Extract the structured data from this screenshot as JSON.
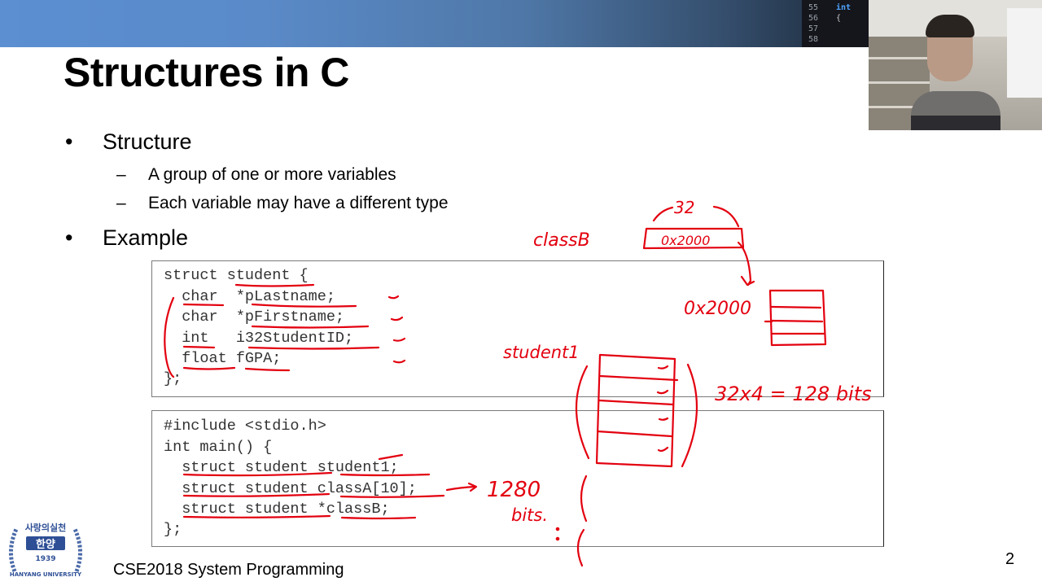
{
  "slide": {
    "title": "Structures in C",
    "bullets": [
      {
        "label": "Structure",
        "subs": [
          "A group of one or more variables",
          "Each variable may have a different type"
        ]
      },
      {
        "label": "Example",
        "subs": []
      }
    ],
    "bullet_glyph": "•",
    "sub_glyph": "–",
    "footer": "CSE2018 System Programming",
    "page_number": "2"
  },
  "code_struct": [
    "struct student {",
    "  char  *pLastname;",
    "  char  *pFirstname;",
    "  int   i32StudentID;",
    "  float fGPA;",
    "};"
  ],
  "code_main": [
    "#include <stdio.h>",
    "int main() {",
    "  struct student student1;",
    "  struct student classA[10];",
    "  struct student *classB;",
    "};"
  ],
  "annotations": {
    "color": "#e3000f",
    "classB_label": "classB",
    "pointer_value": "0x2000",
    "pointer_width": "32",
    "target_address": "0x2000",
    "student1_label": "student1",
    "size_calc": "32x4 = 128 bits",
    "array_size": "1280",
    "array_unit": "bits."
  },
  "logo": {
    "top_text": "사랑의실천",
    "center_text": "한양",
    "year": "1939",
    "bottom_text": "HANYANG UNIVERSITY"
  },
  "editor_snippet": {
    "line_numbers": [
      "55",
      "56",
      "57",
      "58"
    ],
    "keyword": "int",
    "brace": "{"
  },
  "colors": {
    "topbar_start": "#5b8fd2",
    "topbar_end": "#0a0a0e",
    "ink": "#e3000f"
  }
}
